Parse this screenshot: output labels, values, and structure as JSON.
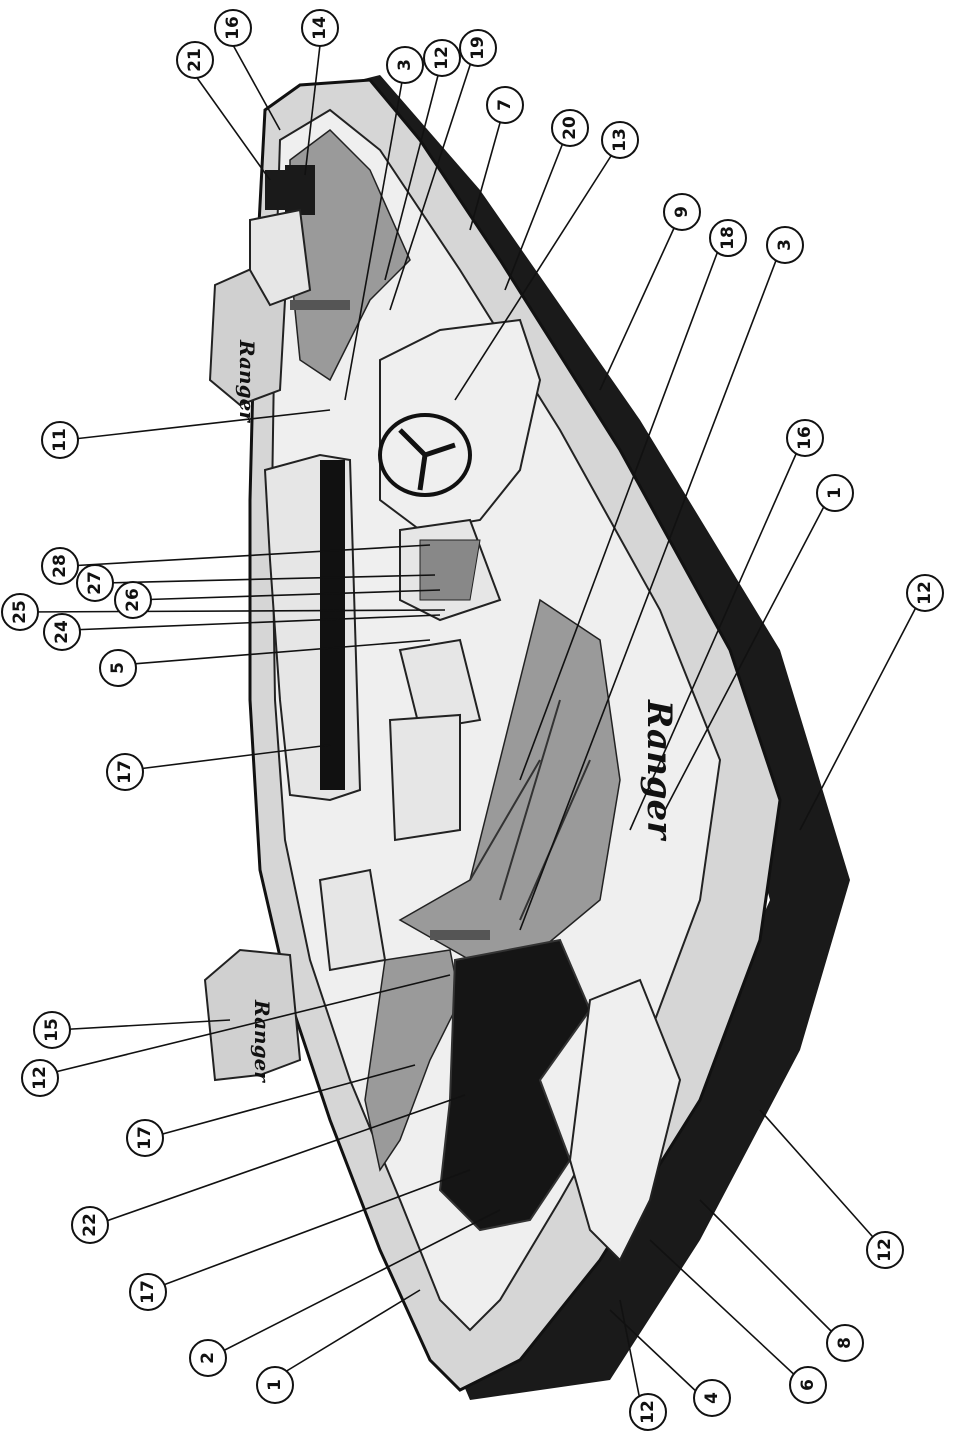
{
  "diagram": {
    "brand_text": "Ranger",
    "callouts": [
      {
        "id": "c1",
        "label": "16"
      },
      {
        "id": "c2",
        "label": "14"
      },
      {
        "id": "c3",
        "label": "21"
      },
      {
        "id": "c4",
        "label": "3"
      },
      {
        "id": "c5",
        "label": "12"
      },
      {
        "id": "c6",
        "label": "19"
      },
      {
        "id": "c7",
        "label": "7"
      },
      {
        "id": "c8",
        "label": "20"
      },
      {
        "id": "c9",
        "label": "13"
      },
      {
        "id": "c10",
        "label": "9"
      },
      {
        "id": "c11",
        "label": "18"
      },
      {
        "id": "c12",
        "label": "3"
      },
      {
        "id": "c13",
        "label": "11"
      },
      {
        "id": "c14",
        "label": "16"
      },
      {
        "id": "c15",
        "label": "1"
      },
      {
        "id": "c16",
        "label": "28"
      },
      {
        "id": "c17",
        "label": "27"
      },
      {
        "id": "c18",
        "label": "26"
      },
      {
        "id": "c19",
        "label": "25"
      },
      {
        "id": "c20",
        "label": "24"
      },
      {
        "id": "c21",
        "label": "5"
      },
      {
        "id": "c22",
        "label": "12"
      },
      {
        "id": "c23",
        "label": "17"
      },
      {
        "id": "c24",
        "label": "15"
      },
      {
        "id": "c25",
        "label": "12"
      },
      {
        "id": "c26",
        "label": "17"
      },
      {
        "id": "c27",
        "label": "22"
      },
      {
        "id": "c28",
        "label": "17"
      },
      {
        "id": "c29",
        "label": "12"
      },
      {
        "id": "c30",
        "label": "2"
      },
      {
        "id": "c31",
        "label": "8"
      },
      {
        "id": "c32",
        "label": "1"
      },
      {
        "id": "c33",
        "label": "6"
      },
      {
        "id": "c34",
        "label": "4"
      },
      {
        "id": "c35",
        "label": "12"
      }
    ]
  }
}
